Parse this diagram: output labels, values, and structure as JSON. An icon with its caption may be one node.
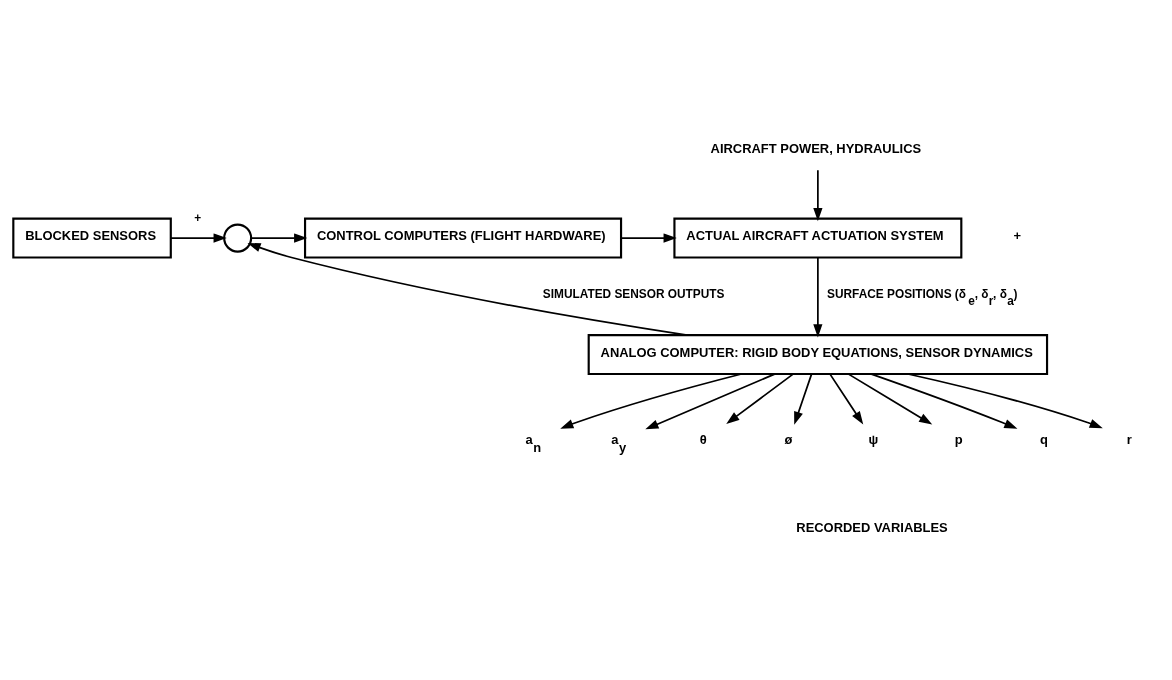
{
  "diagram": {
    "nodes": [
      {
        "text": [
          "BLOCKED SENSORS"
        ]
      },
      {
        "text": [],
        "shape": "circle"
      },
      {
        "text": [
          "CONTROL COMPUTERS (FLIGHT HARDWARE)"
        ]
      },
      {
        "text": [
          "AIRCRAFT POWER, HYDRAULICS"
        ]
      },
      {
        "text": [
          "ACTUAL AIRCRAFT ACTUATION SYSTEM"
        ]
      },
      {
        "text": [
          "ANALOG COMPUTER: RIGID BODY EQUATIONS, SENSOR DYNAMICS"
        ]
      },
      {
        "text": [
          "a$_{n}$"
        ]
      },
      {
        "text": [
          "a$_{y}$"
        ]
      },
      {
        "text": [
          "θ"
        ]
      },
      {
        "text": [
          "ø"
        ]
      },
      {
        "text": [
          "ψ"
        ]
      },
      {
        "text": [
          "p"
        ]
      },
      {
        "text": [
          "q"
        ]
      },
      {
        "text": [
          "r"
        ]
      }
    ],
    "edges": [
      {
        "from": 0,
        "to": 1,
        "arrow": "to",
        "label": "+"
      },
      {
        "from": 1,
        "to": 2,
        "arrow": "to"
      },
      {
        "from": 2,
        "to": 4,
        "arrow": "to"
      },
      {
        "from": 3,
        "to": 4,
        "arrow": "to"
      },
      {
        "from": 4,
        "to": 5,
        "arrow": "to",
        "label": "SURFACE POSITIONS (δ$_{e}$, δ$_{r}$, δ$_{a}$)"
      },
      {
        "from": 5,
        "to": 1,
        "arrow": "to",
        "label": "SIMULATED SENSOR OUTPUTS"
      },
      {
        "from": 5,
        "to": 6,
        "arrow": "to"
      },
      {
        "from": 5,
        "to": 7,
        "arrow": "to"
      },
      {
        "from": 5,
        "to": 8,
        "arrow": "to"
      },
      {
        "from": 5,
        "to": 9,
        "arrow": "to"
      },
      {
        "from": 5,
        "to": 10,
        "arrow": "to"
      },
      {
        "from": 5,
        "to": 11,
        "arrow": "to"
      },
      {
        "from": 5,
        "to": 12,
        "arrow": "to"
      },
      {
        "from": 5,
        "to": 13,
        "arrow": "to"
      }
    ],
    "labels": [
      "+",
      "RECORDED VARIABLES"
    ]
  }
}
